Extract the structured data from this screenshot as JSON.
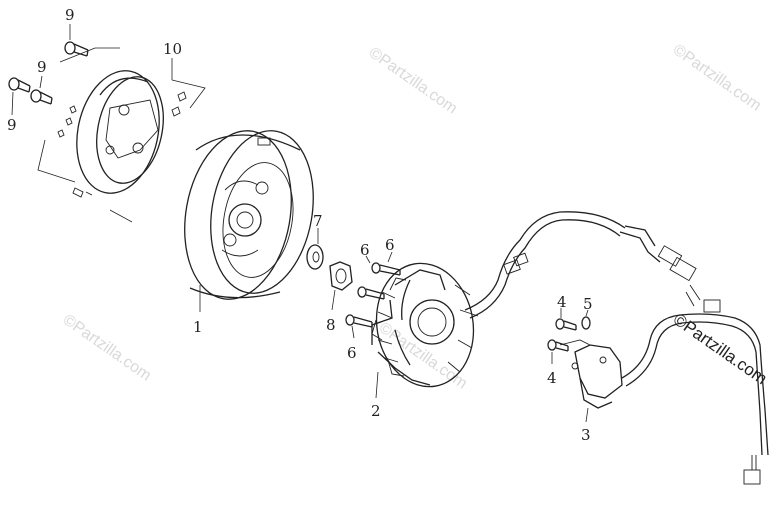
{
  "watermark": {
    "text": "©Partzilla.com"
  },
  "callouts": {
    "c1": "1",
    "c2": "2",
    "c3": "3",
    "c4a": "4",
    "c4b": "4",
    "c5": "5",
    "c6a": "6",
    "c6b": "6",
    "c6c": "6",
    "c7": "7",
    "c8": "8",
    "c9a": "9",
    "c9b": "9",
    "c9c": "9",
    "c10": "10"
  }
}
